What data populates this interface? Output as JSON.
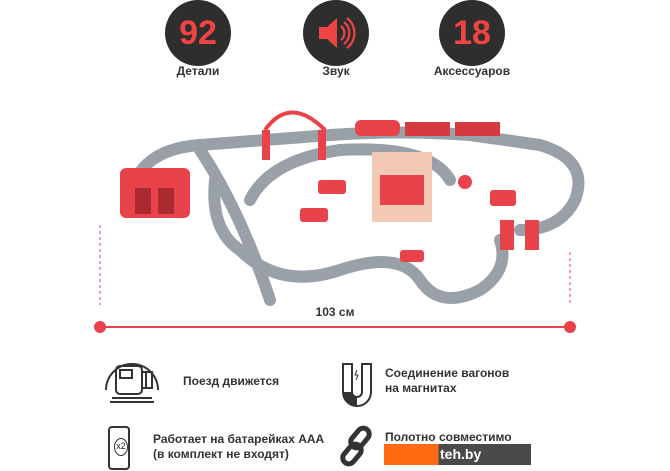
{
  "stats": [
    {
      "value": "92",
      "label": "Детали"
    },
    {
      "icon": "speaker-icon",
      "label": "Звук"
    },
    {
      "value": "18",
      "label": "Аксессуаров"
    }
  ],
  "dimension": "103 см",
  "features": [
    {
      "icon": "train-icon",
      "text": "Поезд движется"
    },
    {
      "icon": "magnet-icon",
      "line1": "Соединение вагонов",
      "line2": "на магнитах"
    },
    {
      "icon": "battery-icon",
      "line1": "Работает на батарейках AAA",
      "line2": "(в комплект не входят)",
      "badge": "x2"
    },
    {
      "icon": "link-icon",
      "text": "Полотно совместимо"
    }
  ],
  "watermark": "teh.by",
  "colors": {
    "accent": "#ee4444",
    "dark": "#2e2e2e",
    "track": "#9aa0a8",
    "orange": "#ff6a13"
  }
}
